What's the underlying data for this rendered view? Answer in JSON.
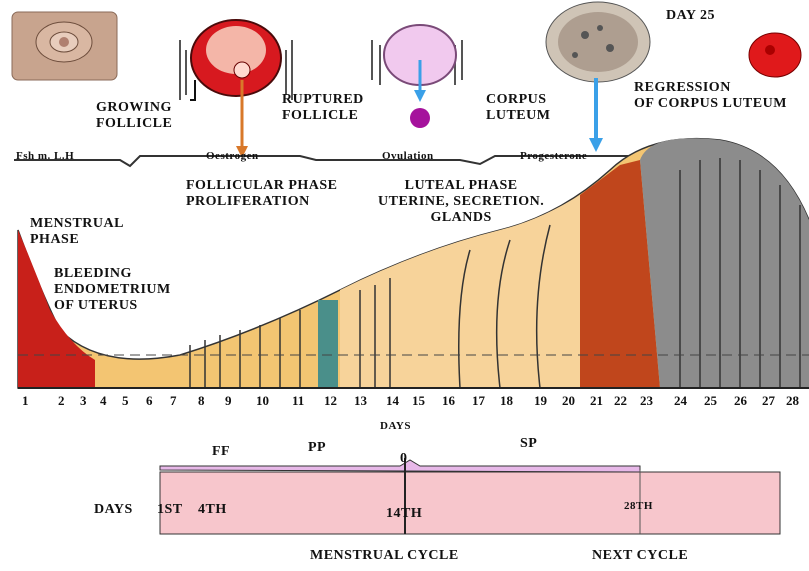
{
  "top": {
    "day_label": "DAY 25",
    "growing_follicle": "GROWING\nFOLLICLE",
    "ruptured_follicle": "RUPTURED\nFOLLICLE",
    "corpus_luteum": "CORPUS\nLUTEUM",
    "regression": "REGRESSION\nOF CORPUS LUTEUM"
  },
  "hormones": {
    "fsh_lh": "Fsh m. L.H",
    "oestrogen": "Oestrogen",
    "ovulation": "Ovulation",
    "progesterone": "Progesterone"
  },
  "phases": {
    "follicular": "FOLLICULAR PHASE\nPROLIFERATION",
    "luteal": "LUTEAL PHASE\nUTERINE, SECRETION.\nGLANDS",
    "menstrual": "MENSTRUAL\nPHASE",
    "bleeding": "BLEEDING\nENDOMETRIUM\nOF UTERUS"
  },
  "days_axis": {
    "title": "DAYS",
    "ticks": [
      "1",
      "2",
      "3",
      "4",
      "5",
      "6",
      "7",
      "8",
      "9",
      "10",
      "11",
      "12",
      "13",
      "14",
      "15",
      "16",
      "17",
      "18",
      "19",
      "20",
      "21",
      "22",
      "23",
      "24",
      "25",
      "26",
      "27",
      "28"
    ]
  },
  "cycle": {
    "phase_ff": "FF",
    "phase_pp": "PP",
    "phase_o": "0",
    "phase_sp": "SP",
    "days_label": "DAYS",
    "first": "1ST",
    "fourth": "4TH",
    "fourteenth": "14TH",
    "twenty_eighth": "28TH",
    "menstrual_cycle": "MENSTRUAL CYCLE",
    "next_cycle": "NEXT CYCLE"
  },
  "colors": {
    "menstrual_red": "#c8201a",
    "proliferative": "#f3c572",
    "secretory": "#f7d39a",
    "late_gray": "#8c8c8c",
    "cycle_pink": "#f7c6cc",
    "cycle_lilac": "#e7b8e8",
    "arrow_orange": "#d8782a",
    "arrow_blue": "#3aa0e8"
  }
}
